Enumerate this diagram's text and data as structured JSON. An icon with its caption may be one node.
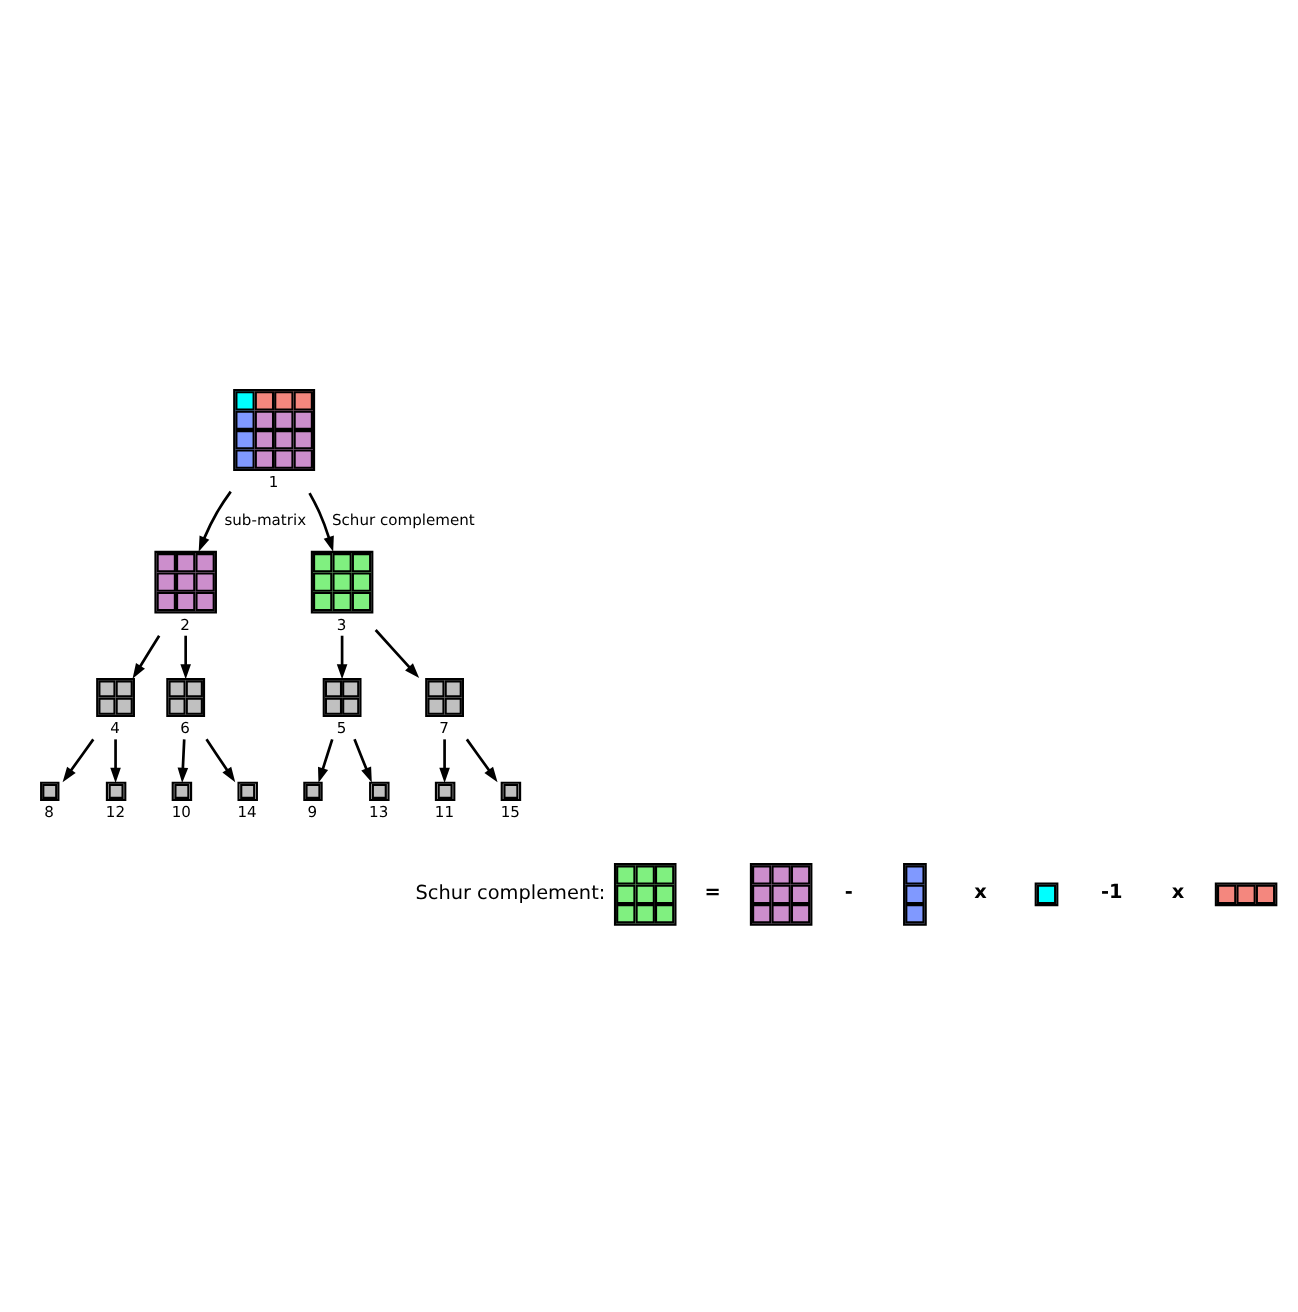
{
  "diagram": {
    "nodes": [
      {
        "text": [],
        "shape": "grid",
        "beside": [
          "1"
        ]
      },
      {
        "text": [],
        "shape": "grid",
        "beside": [
          "2"
        ]
      },
      {
        "text": [],
        "shape": "grid",
        "beside": [
          "3"
        ]
      },
      {
        "text": [],
        "shape": "grid",
        "beside": [
          "4"
        ]
      },
      {
        "text": [],
        "shape": "grid",
        "beside": [
          "5"
        ]
      },
      {
        "text": [],
        "shape": "grid",
        "beside": [
          "6"
        ]
      },
      {
        "text": [],
        "shape": "grid",
        "beside": [
          "7"
        ]
      },
      {
        "text": [],
        "shape": "grid",
        "beside": [
          "8"
        ]
      },
      {
        "text": [],
        "shape": "grid",
        "beside": [
          "9"
        ]
      },
      {
        "text": [],
        "shape": "grid",
        "beside": [
          "10"
        ]
      },
      {
        "text": [],
        "shape": "grid",
        "beside": [
          "11"
        ]
      },
      {
        "text": [],
        "shape": "grid",
        "beside": [
          "12"
        ]
      },
      {
        "text": [],
        "shape": "grid",
        "beside": [
          "13"
        ]
      },
      {
        "text": [],
        "shape": "grid",
        "beside": [
          "14"
        ]
      },
      {
        "text": [],
        "shape": "grid",
        "beside": [
          "15"
        ]
      },
      {
        "text": [],
        "shape": "grid"
      },
      {
        "text": [],
        "shape": "grid"
      },
      {
        "text": [],
        "shape": "grid"
      },
      {
        "text": [],
        "shape": "grid"
      },
      {
        "text": [],
        "shape": "grid"
      }
    ],
    "edges": [
      {
        "from": 0,
        "to": 1,
        "arrow": "to",
        "label": "sub-matrix"
      },
      {
        "from": 0,
        "to": 2,
        "arrow": "to",
        "label": "Schur complement"
      },
      {
        "from": 1,
        "to": 3,
        "arrow": "to"
      },
      {
        "from": 1,
        "to": 5,
        "arrow": "to"
      },
      {
        "from": 2,
        "to": 4,
        "arrow": "to"
      },
      {
        "from": 2,
        "to": 6,
        "arrow": "to"
      },
      {
        "from": 3,
        "to": 7,
        "arrow": "to"
      },
      {
        "from": 3,
        "to": 11,
        "arrow": "to"
      },
      {
        "from": 4,
        "to": 8,
        "arrow": "to"
      },
      {
        "from": 4,
        "to": 12,
        "arrow": "to"
      },
      {
        "from": 5,
        "to": 9,
        "arrow": "to"
      },
      {
        "from": 5,
        "to": 13,
        "arrow": "to"
      },
      {
        "from": 6,
        "to": 10,
        "arrow": "to"
      },
      {
        "from": 6,
        "to": 14,
        "arrow": "to"
      }
    ],
    "labels": [
      "Schur complement:",
      "=",
      "-",
      "x",
      "-1",
      "x"
    ]
  }
}
